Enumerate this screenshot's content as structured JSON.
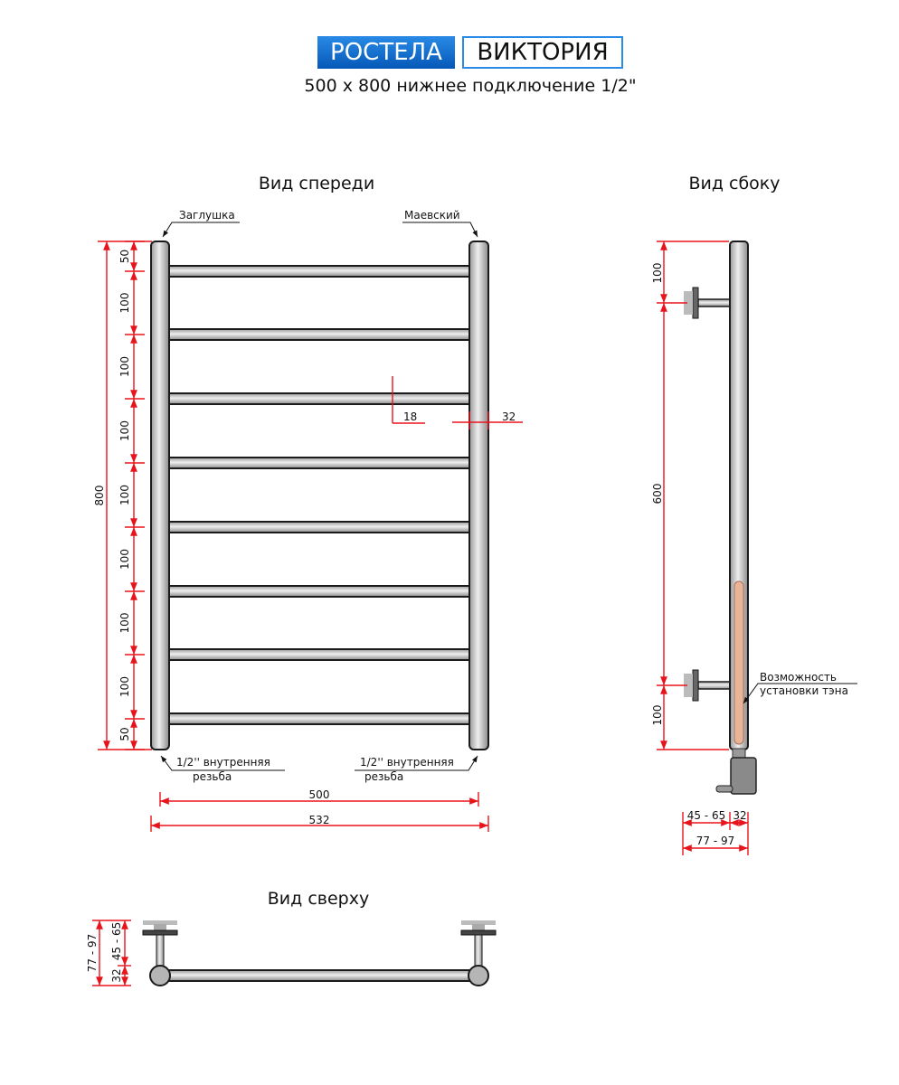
{
  "header": {
    "brand": "РОСТЕЛА",
    "model": "ВИКТОРИЯ",
    "subtitle": "500 x 800 нижнее подключение 1/2\"",
    "brand_color": "#0a6fd0"
  },
  "front_view": {
    "title": "Вид спереди",
    "label_left_top": "Заглушка",
    "label_right_top": "Маевский",
    "label_bottom_left": [
      "1/2'' внутренняя",
      "резьба"
    ],
    "label_bottom_right": [
      "1/2'' внутренняя",
      "резьба"
    ],
    "total_height": "800",
    "spacings": [
      "50",
      "100",
      "100",
      "100",
      "100",
      "100",
      "100",
      "100",
      "50"
    ],
    "rung_diameter": "18",
    "rail_diameter": "32",
    "axis_width": "500",
    "total_width": "532"
  },
  "side_view": {
    "title": "Вид сбоку",
    "dims_vertical": [
      "100",
      "600",
      "100"
    ],
    "heater_label": [
      "Возможность",
      "установки тэна"
    ],
    "wall_offset": "45 - 65",
    "tube": "32",
    "total_depth": "77 - 97"
  },
  "top_view": {
    "title": "Вид сверху",
    "total_depth": "77 - 97",
    "wall_offset": "45 - 65",
    "tube": "32"
  }
}
